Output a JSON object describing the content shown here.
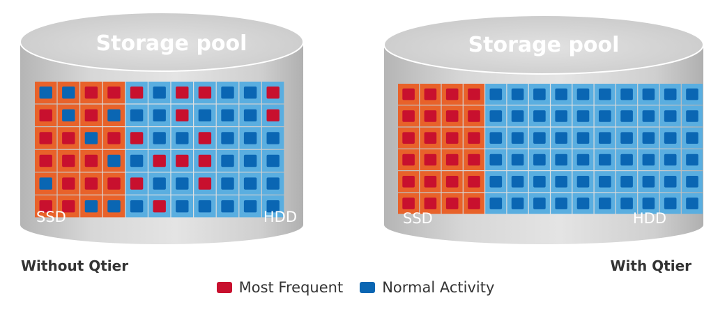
{
  "pools": [
    {
      "title": "Storage pool",
      "ssd_label": "SSD",
      "hdd_label": "HDD",
      "caption": "Without Qtier",
      "grid": [
        "BBRRRBRRBBR",
        "RBRBBBRBBBR",
        "RRBRRBBRBBB",
        "RRRBBRRRBBB",
        "BRRRRBBRBBB",
        "RRBBBRBBBBB"
      ]
    },
    {
      "title": "Storage pool",
      "ssd_label": "SSD",
      "hdd_label": "HDD",
      "caption": "With Qtier",
      "grid": [
        "RRRRBBBBBBBBBB",
        "RRRRBBBBBBBBBB",
        "RRRRBBBBBBBBBB",
        "RRRRBBBBBBBBBB",
        "RRRRBBBBBBBBBB",
        "RRRRBBBBBBBBBB"
      ]
    }
  ],
  "legend": {
    "most_frequent": "Most Frequent",
    "normal_activity": "Normal Activity"
  },
  "colors": {
    "ssd_tile": "#e8622a",
    "hdd_tile": "#5aaee0",
    "hot_block": "#c8102e",
    "normal_block": "#0a66b3",
    "cylinder_body": "#c8c8c8",
    "cylinder_top": "#d9d9d9"
  },
  "ssd_columns": 4
}
